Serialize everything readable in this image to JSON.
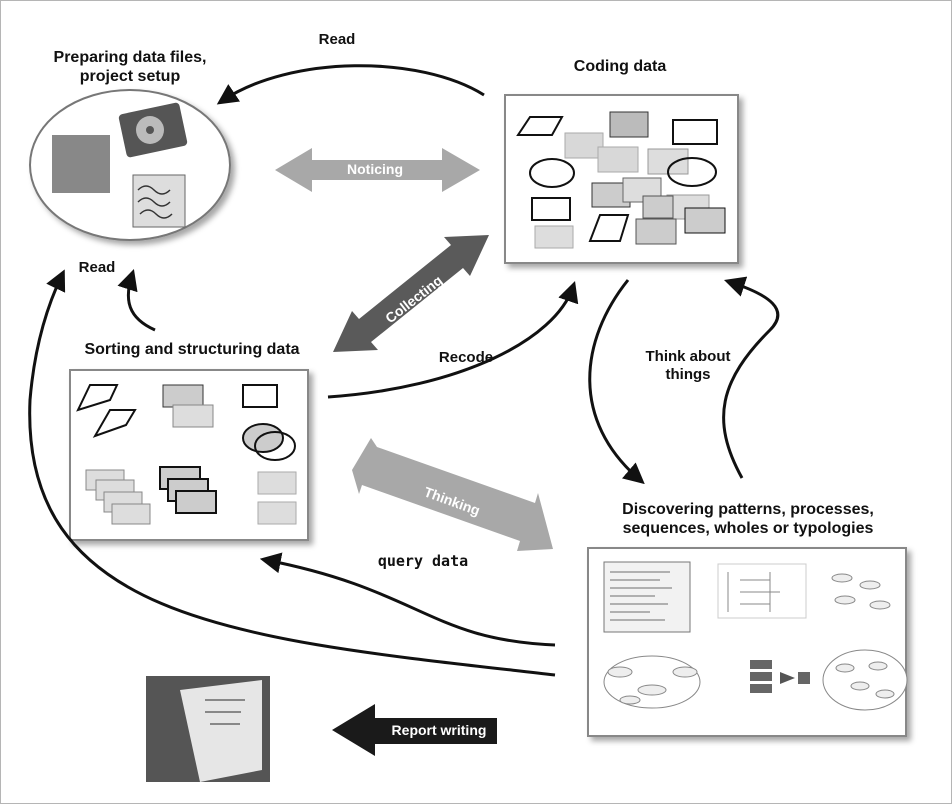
{
  "nodes": {
    "preparing": "Preparing data files,\nproject setup",
    "coding": "Coding data",
    "sorting": "Sorting and structuring data",
    "discovering": "Discovering patterns, processes,\nsequences, wholes or typologies"
  },
  "arrows": {
    "read_top": "Read",
    "read_left": "Read",
    "noticing": "Noticing",
    "collecting": "Collecting",
    "recode": "Recode",
    "think_about_things": "Think about\nthings",
    "thinking": "Thinking",
    "query_data": "query data",
    "report_writing": "Report writing"
  },
  "colors": {
    "light_arrow": "#a8a8a8",
    "dark_arrow": "#5a5a5a",
    "black_arrow": "#1a1a1a"
  }
}
